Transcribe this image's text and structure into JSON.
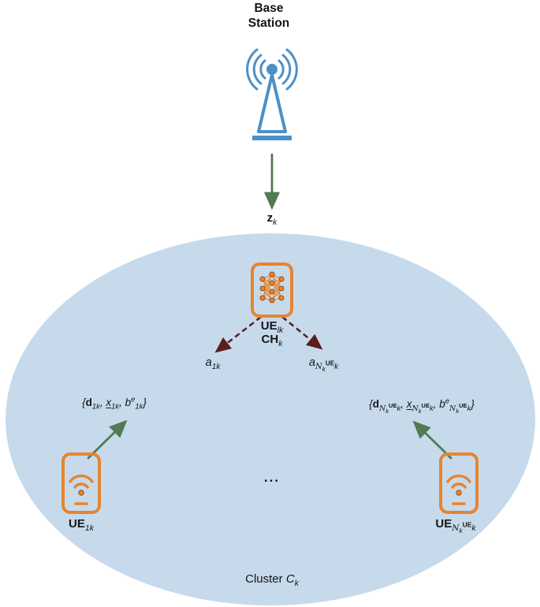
{
  "colors": {
    "blue": "#4b90c8",
    "orange": "#e8832d",
    "green": "#527a54",
    "maroon": "#5a1e1e",
    "ellipse": "#c6daec"
  },
  "diagram": {
    "base_station": {
      "label": "Base\nStation"
    },
    "downlink": {
      "label": "#{z}_{k}"
    },
    "cluster_head": {
      "line1": "#{UE}_{lk}",
      "line2": "#{CH}_{k}",
      "action_left": "a_{1k}",
      "action_right": "a_{${N}_{k}^{#{UE}}k}"
    },
    "uplink_left": {
      "label": "{#{d}_{1k}, @{x}_{1k}, b^{e}_{1k}}"
    },
    "uplink_right": {
      "label": "{#{d}_{${N}_{k}^{#{UE}}k}, @{x}_{${N}_{k}^{#{UE}}k}, b^{e}_{${N}_{k}^{#{UE}}k}}"
    },
    "ue_left": {
      "label": "#{UE}_{1k}"
    },
    "ue_right": {
      "label": "#{UE}_{${N}_{k}^{#{UE}}k}"
    },
    "ellipsis": "...",
    "cluster": {
      "label": "Cluster %{C_{k}}"
    }
  }
}
